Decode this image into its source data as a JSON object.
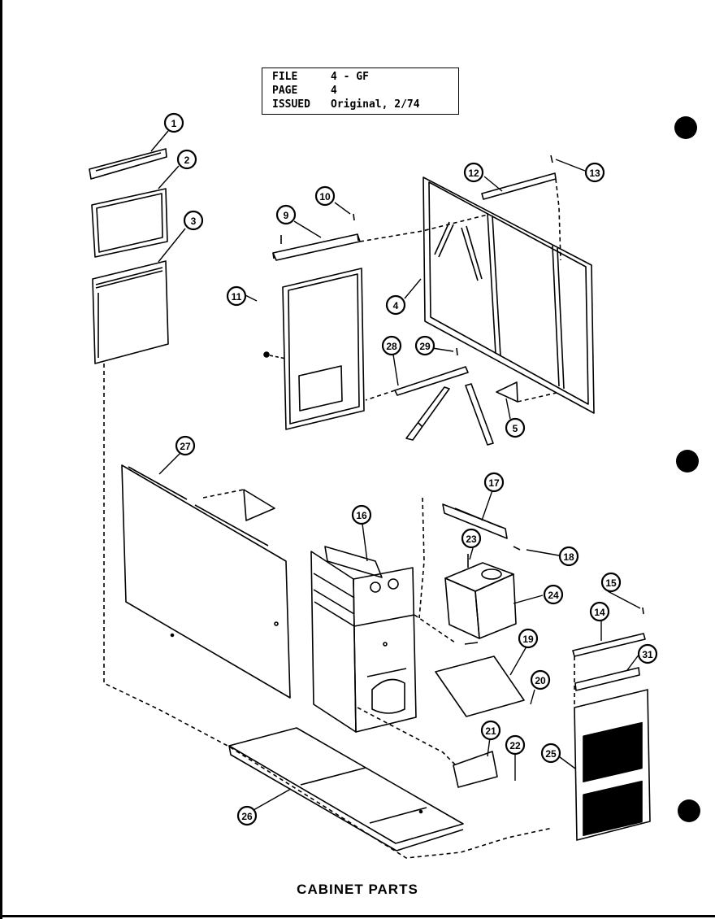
{
  "header": {
    "file_label": "FILE",
    "file_value": "4 - GF",
    "page_label": "PAGE",
    "page_value": "4",
    "issued_label": "ISSUED",
    "issued_value": "Original, 2/74"
  },
  "caption": "CABINET PARTS",
  "callouts": [
    "1",
    "2",
    "3",
    "4",
    "5",
    "9",
    "10",
    "11",
    "12",
    "13",
    "14",
    "15",
    "16",
    "17",
    "18",
    "19",
    "20",
    "21",
    "22",
    "23",
    "24",
    "25",
    "26",
    "27",
    "28",
    "29",
    "31"
  ],
  "colors": {
    "ink": "#000000",
    "paper": "#ffffff"
  }
}
